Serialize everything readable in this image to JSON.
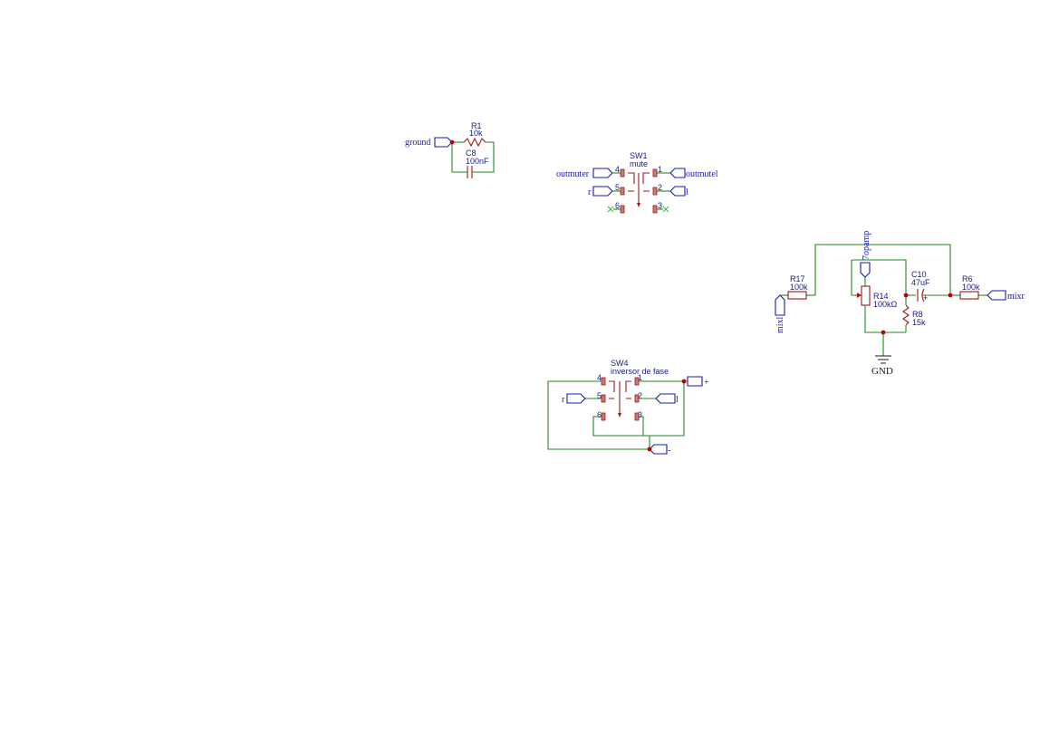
{
  "components": {
    "r1": {
      "ref": "R1",
      "value": "10k"
    },
    "c8": {
      "ref": "C8",
      "value": "100nF"
    },
    "sw1": {
      "ref": "SW1",
      "value": "mute",
      "pins": [
        "4",
        "1",
        "5",
        "2",
        "6",
        "3"
      ]
    },
    "sw4": {
      "ref": "SW4",
      "value": "inversor de fase",
      "pins": [
        "4",
        "1",
        "5",
        "2",
        "6",
        "3"
      ]
    },
    "r17": {
      "ref": "R17",
      "value": "100k"
    },
    "r14": {
      "ref": "R14",
      "value": "100kΩ"
    },
    "r8": {
      "ref": "R8",
      "value": "15k"
    },
    "c10": {
      "ref": "C10",
      "value": "47uF",
      "polarity": "+"
    },
    "r6": {
      "ref": "R6",
      "value": "100k"
    }
  },
  "nets": {
    "ground": "ground",
    "outmuter": "outmuter",
    "outmutel": "outmutel",
    "r1": "r",
    "l1": "l",
    "r2": "r",
    "l2": "l",
    "plus": "+",
    "minus": "-",
    "mixl": "mixl",
    "mixr": "mixr",
    "opamp": "7opamp",
    "gnd": "GND"
  },
  "colors": {
    "wire": "#1f8a1f",
    "component": "#9a1a1a",
    "net_label": "#1a1ab4",
    "junction": "#c00000",
    "no_connect": "#3ab43a"
  }
}
